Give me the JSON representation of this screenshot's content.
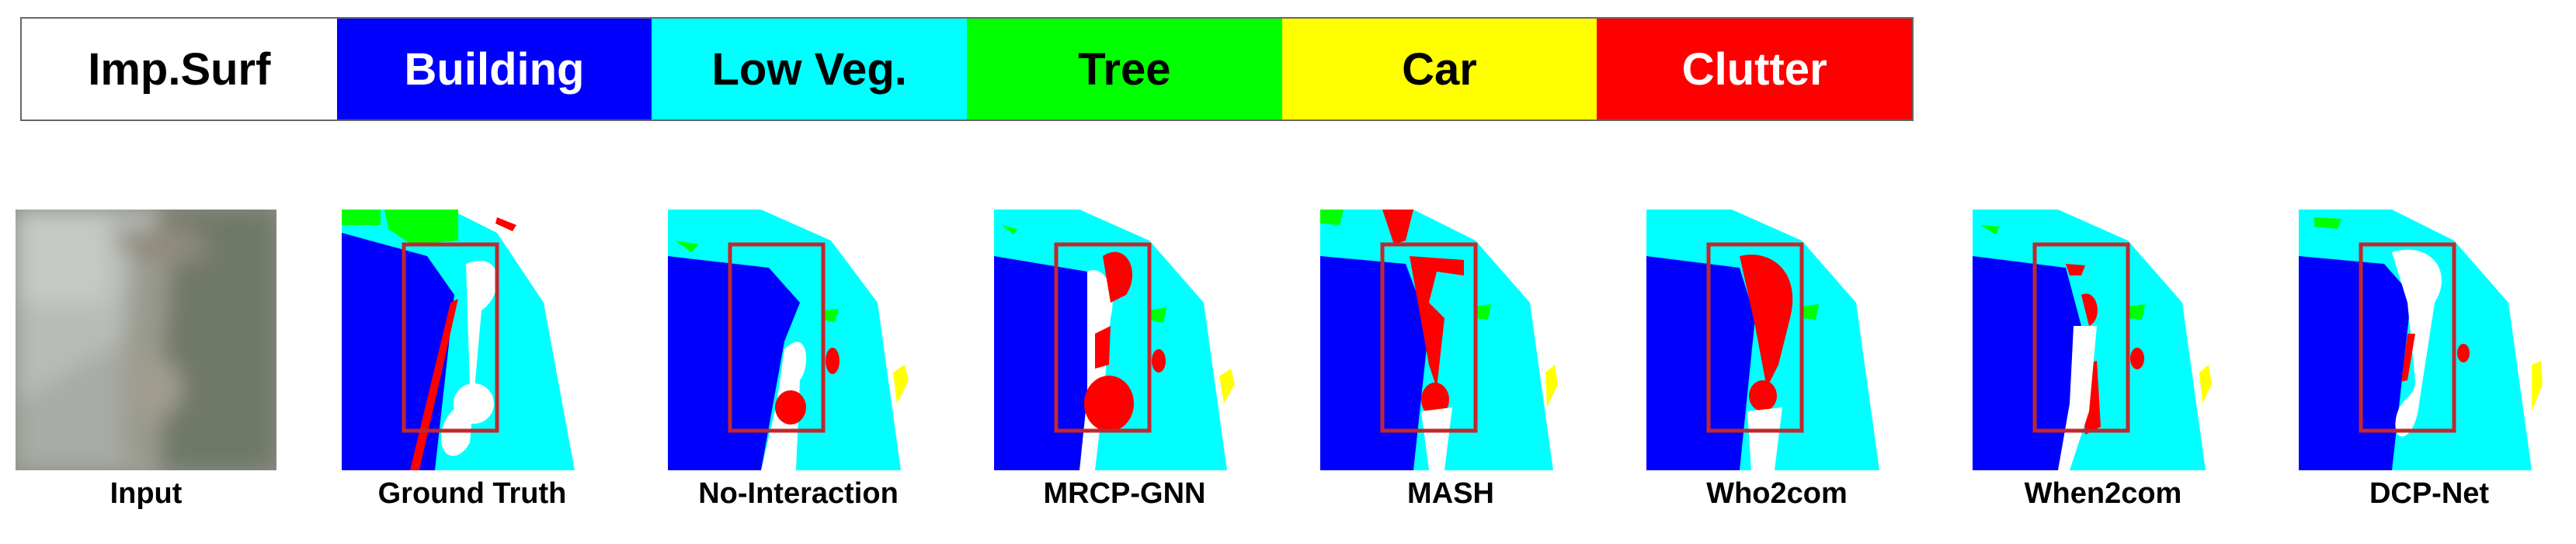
{
  "legend": {
    "items": [
      {
        "label": "Imp.Surf",
        "color": "#ffffff"
      },
      {
        "label": "Building",
        "color": "#0000ff"
      },
      {
        "label": "Low Veg.",
        "color": "#00ffff"
      },
      {
        "label": "Tree",
        "color": "#00ff00"
      },
      {
        "label": "Car",
        "color": "#ffff00"
      },
      {
        "label": "Clutter",
        "color": "#ff0000"
      }
    ]
  },
  "panels": [
    {
      "caption": "Input"
    },
    {
      "caption": "Ground Truth"
    },
    {
      "caption": "No-Interaction"
    },
    {
      "caption": "MRCP-GNN"
    },
    {
      "caption": "MASH"
    },
    {
      "caption": "Who2com"
    },
    {
      "caption": "When2com"
    },
    {
      "caption": "DCP-Net"
    }
  ],
  "highlight_box_color": "#c0282d"
}
